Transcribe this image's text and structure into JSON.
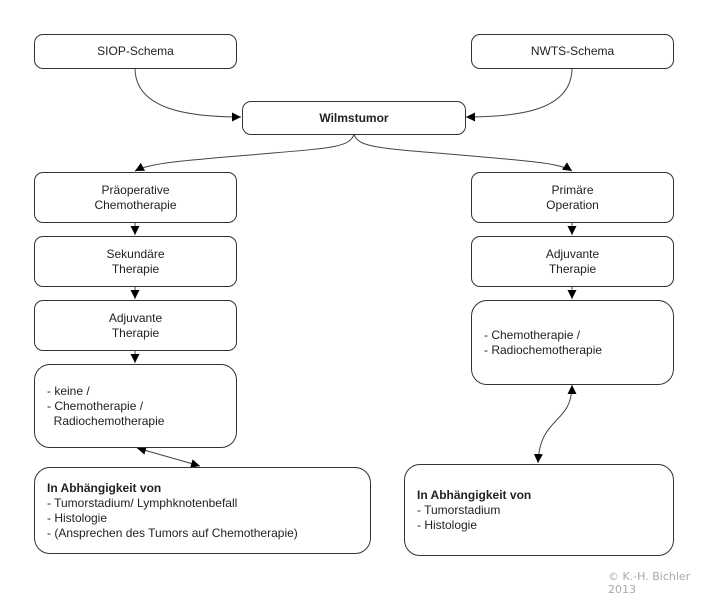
{
  "diagram": {
    "top_left": {
      "label": "SIOP-Schema"
    },
    "top_right": {
      "label": "NWTS-Schema"
    },
    "root": {
      "label": "Wilmstumor"
    },
    "left_branch": [
      {
        "lines": [
          "Präoperative",
          "Chemotherapie"
        ]
      },
      {
        "lines": [
          "Sekundäre",
          "Therapie"
        ]
      },
      {
        "lines": [
          "Adjuvante",
          "Therapie"
        ]
      },
      {
        "lines": [
          "- keine /",
          "- Chemotherapie /",
          "  Radiochemotherapie"
        ]
      }
    ],
    "left_dependency": {
      "heading": "In Abhängigkeit von",
      "items": [
        "- Tumorstadium/ Lymphknotenbefall",
        "- Histologie",
        "- (Ansprechen des Tumors auf Chemotherapie)"
      ]
    },
    "right_branch": [
      {
        "lines": [
          "Primäre",
          "Operation"
        ]
      },
      {
        "lines": [
          "Adjuvante",
          "Therapie"
        ]
      },
      {
        "lines": [
          "- Chemotherapie /",
          "- Radiochemotherapie"
        ]
      }
    ],
    "right_dependency": {
      "heading": "In Abhängigkeit von",
      "items": [
        "- Tumorstadium",
        "- Histologie"
      ]
    },
    "edges": [
      {
        "from": "SIOP-Schema",
        "to": "Wilmstumor"
      },
      {
        "from": "NWTS-Schema",
        "to": "Wilmstumor"
      },
      {
        "from": "Wilmstumor",
        "to": "Präoperative Chemotherapie"
      },
      {
        "from": "Wilmstumor",
        "to": "Primäre Operation"
      },
      {
        "from": "Präoperative Chemotherapie",
        "to": "Sekundäre Therapie"
      },
      {
        "from": "Sekundäre Therapie",
        "to": "Adjuvante Therapie"
      },
      {
        "from": "Adjuvante Therapie",
        "to": "keine / Chemotherapie / Radiochemotherapie"
      },
      {
        "from": "keine / Chemotherapie / Radiochemotherapie",
        "to": "In Abhängigkeit von (links)",
        "bidirectional": true
      },
      {
        "from": "Primäre Operation",
        "to": "Adjuvante Therapie (rechts)"
      },
      {
        "from": "Adjuvante Therapie (rechts)",
        "to": "Chemotherapie / Radiochemotherapie"
      },
      {
        "from": "Chemotherapie / Radiochemotherapie",
        "to": "In Abhängigkeit von (rechts)",
        "bidirectional": true
      }
    ]
  },
  "copyright": {
    "line1": "© K.-H. Bichler",
    "line2": "2013"
  },
  "colors": {
    "stroke": "#333333",
    "copyright": "#aaaaaa"
  }
}
